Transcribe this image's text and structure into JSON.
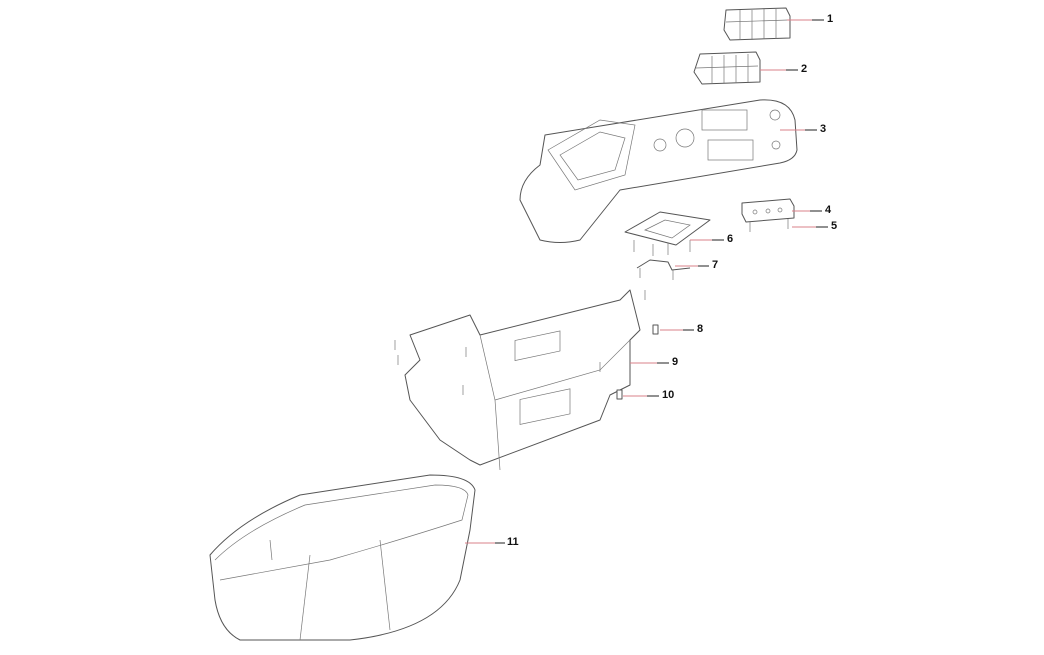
{
  "diagram": {
    "callouts": [
      {
        "number": "1"
      },
      {
        "number": "2"
      },
      {
        "number": "3"
      },
      {
        "number": "4"
      },
      {
        "number": "5"
      },
      {
        "number": "6"
      },
      {
        "number": "7"
      },
      {
        "number": "8"
      },
      {
        "number": "9"
      },
      {
        "number": "10"
      },
      {
        "number": "11"
      }
    ],
    "colors": {
      "leader": "#d9808a",
      "outline": "#555555"
    }
  }
}
